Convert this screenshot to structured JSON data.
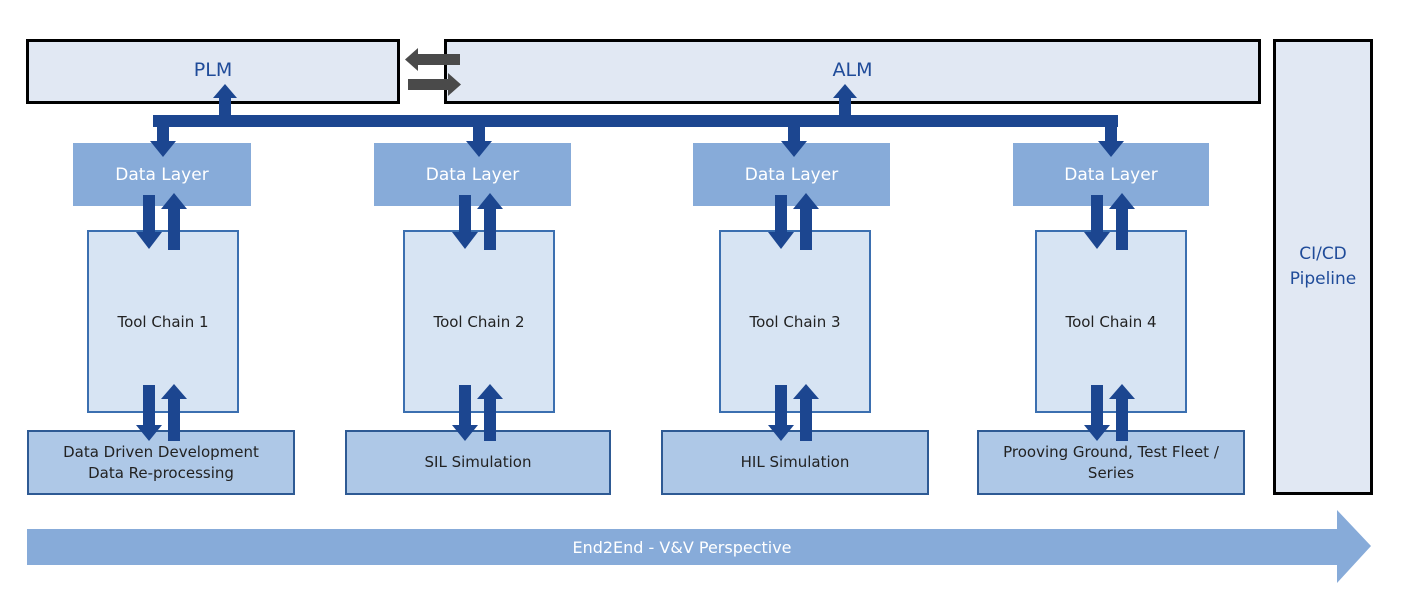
{
  "diagram": {
    "top_systems": {
      "plm": {
        "label": "PLM"
      },
      "alm": {
        "label": "ALM"
      }
    },
    "columns": [
      {
        "data_layer": "Data Layer",
        "tool_chain": "Tool Chain 1",
        "environment": [
          "Data Driven Development",
          "Data Re-processing"
        ]
      },
      {
        "data_layer": "Data Layer",
        "tool_chain": "Tool Chain 2",
        "environment": [
          "SIL Simulation"
        ]
      },
      {
        "data_layer": "Data Layer",
        "tool_chain": "Tool Chain 3",
        "environment": [
          "HIL Simulation"
        ]
      },
      {
        "data_layer": "Data Layer",
        "tool_chain": "Tool Chain 4",
        "environment": [
          "Prooving Ground, Test Fleet /",
          "Series"
        ]
      }
    ],
    "cicd": {
      "line1": "CI/CD",
      "line2": "Pipeline"
    },
    "perspective_arrow": {
      "label": "End2End - V&V Perspective"
    },
    "colors": {
      "top_box_fill": "#e1e8f3",
      "top_box_text": "#1f4b99",
      "bus_arrow": "#1c4690",
      "exchange_arrow": "#4a4a4a",
      "data_layer_fill": "#87abd9",
      "tool_chain_fill": "#d7e4f3",
      "environment_fill": "#aec8e7",
      "perspective_fill": "#87abd9"
    }
  }
}
